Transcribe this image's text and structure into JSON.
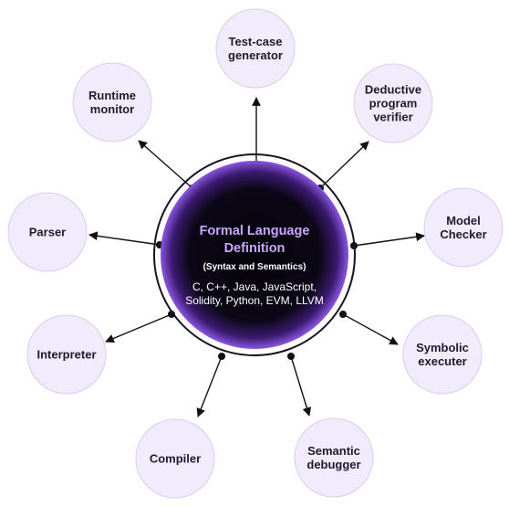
{
  "center": {
    "title_line1": "Formal Language",
    "title_line2": "Definition",
    "subtitle": "(Syntax and Semantics)",
    "languages_line1": "C, C++, Java, JavaScript,",
    "languages_line2": "Solidity, Python, EVM, LLVM"
  },
  "nodes": [
    {
      "id": "test-case-generator",
      "lines": [
        "Test-case",
        "generator"
      ]
    },
    {
      "id": "deductive-program-verifier",
      "lines": [
        "Deductive",
        "program",
        "verifier"
      ]
    },
    {
      "id": "model-checker",
      "lines": [
        "Model",
        "Checker"
      ]
    },
    {
      "id": "symbolic-executer",
      "lines": [
        "Symbolic",
        "executer"
      ]
    },
    {
      "id": "semantic-debugger",
      "lines": [
        "Semantic",
        "debugger"
      ]
    },
    {
      "id": "compiler",
      "lines": [
        "Compiler"
      ]
    },
    {
      "id": "interpreter",
      "lines": [
        "Interpreter"
      ]
    },
    {
      "id": "parser",
      "lines": [
        "Parser"
      ]
    },
    {
      "id": "runtime-monitor",
      "lines": [
        "Runtime",
        "monitor"
      ]
    }
  ],
  "colors": {
    "node_fill": "#f1ebfb",
    "node_stroke": "#d9ccef",
    "center_title": "#c9a6ff",
    "center_ring": "#7b3fd6",
    "arrow": "#111111"
  }
}
